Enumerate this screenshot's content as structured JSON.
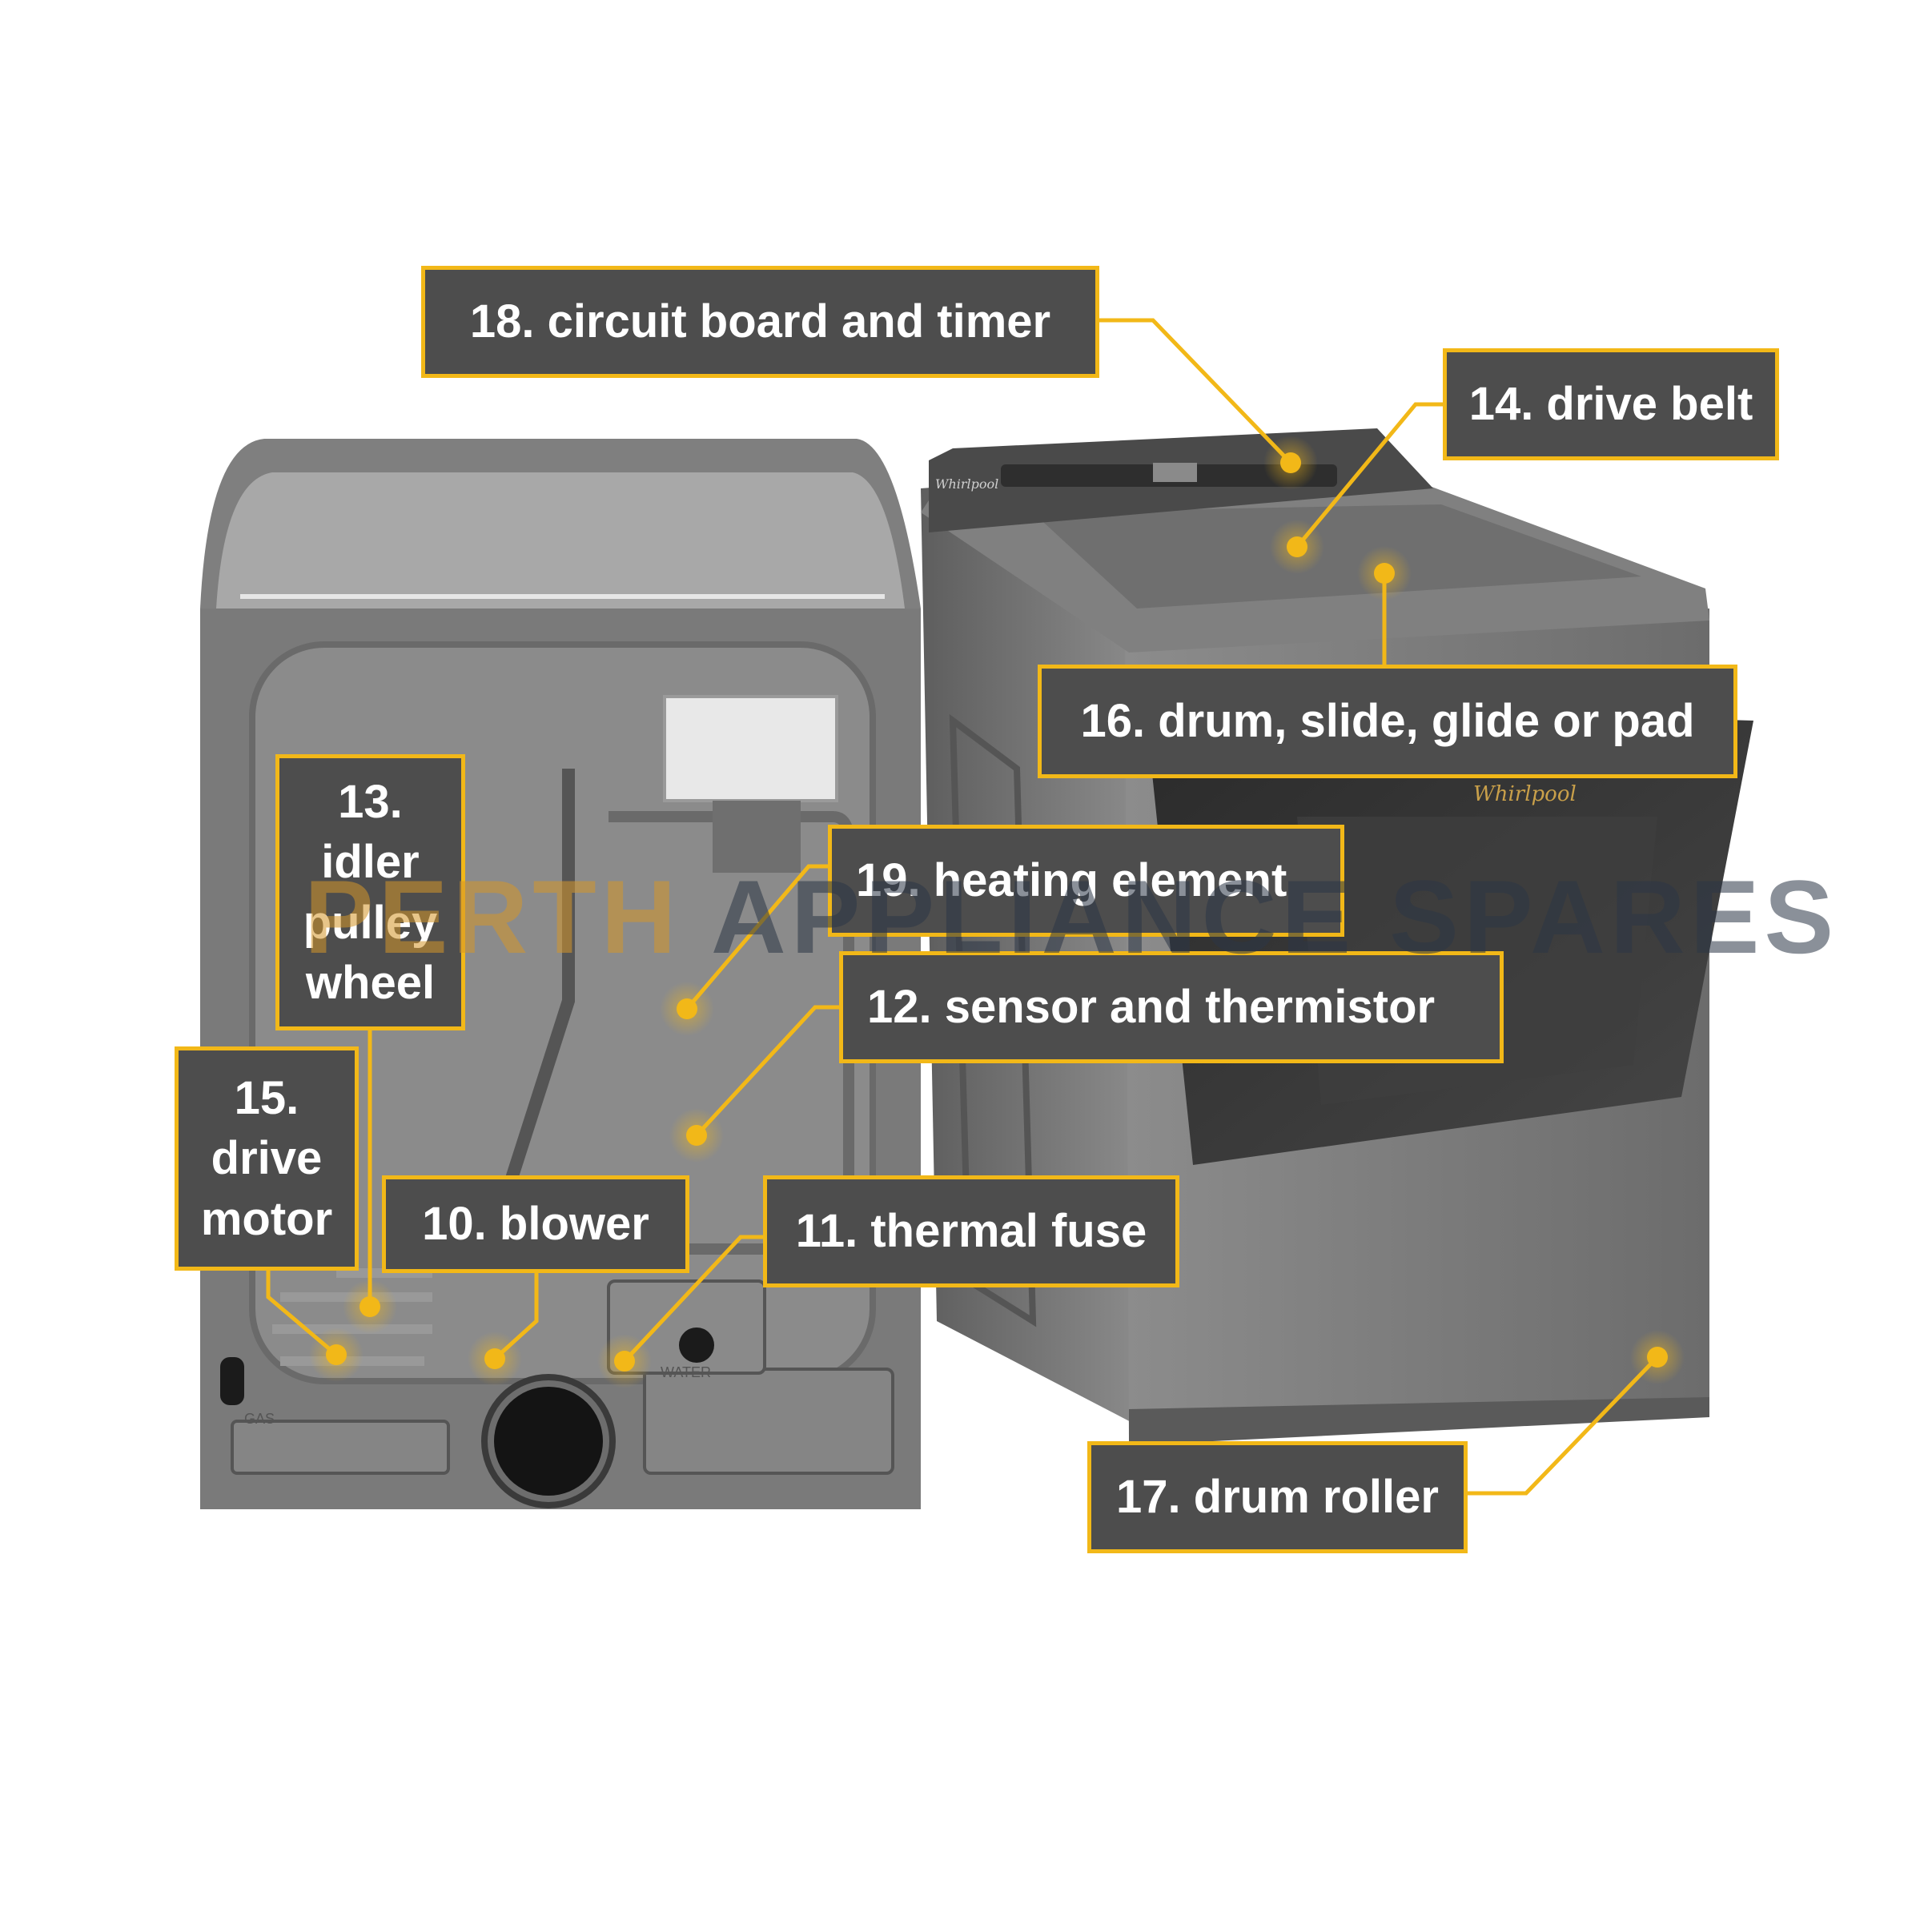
{
  "callouts": {
    "c18": "18. circuit board and timer",
    "c14": "14. drive belt",
    "c16": "16. drum, slide, glide or pad",
    "c13": "13.\nidler\npulley\nwheel",
    "c19": "19. heating element",
    "c12": "12. sensor and thermistor",
    "c15": "15.\ndrive\nmotor",
    "c10": "10. blower",
    "c11": "11. thermal fuse",
    "c17": "17. drum roller"
  },
  "back_panel_labels": {
    "gas": "GAS",
    "water": "WATER"
  },
  "brand": {
    "console": "Whirlpool",
    "door": "Whirlpool"
  },
  "watermark": {
    "word1": "PERTH",
    "word2": "APPLIANCE SPARES"
  },
  "colors": {
    "accent": "#f2b818",
    "callout_bg": "#4d4d4d",
    "appliance": "#7a7a7a"
  }
}
